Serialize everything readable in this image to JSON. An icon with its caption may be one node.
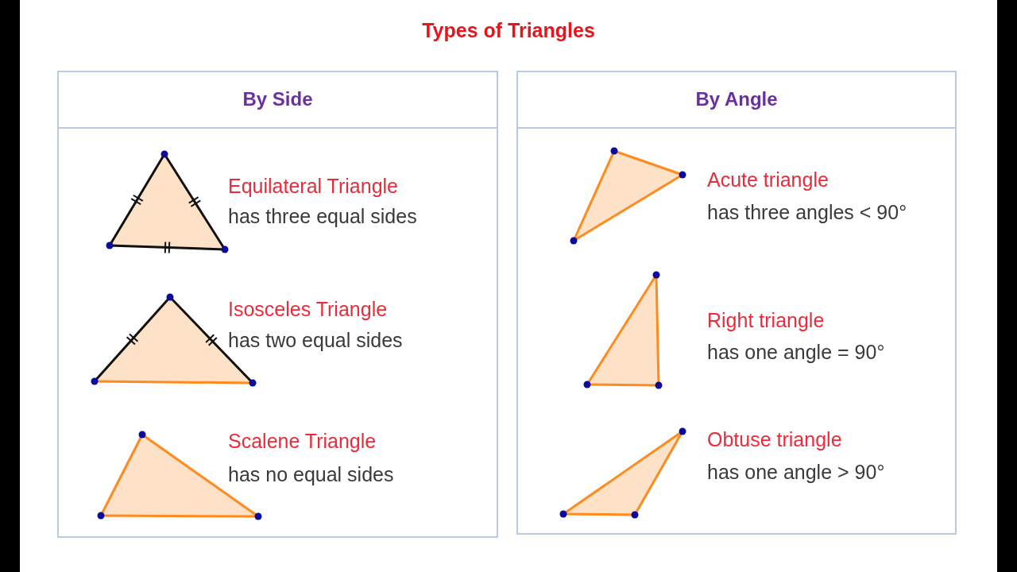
{
  "diagram": {
    "title": "Types of Triangles",
    "nodes": [
      {
        "text": [
          "By Side",
          "Equilateral Triangle",
          "has three equal sides",
          "Isosceles Triangle",
          "has two equal sides",
          "Scalene Triangle",
          "has no equal sides"
        ]
      },
      {
        "text": [
          "By Angle",
          "Acute triangle",
          "has three angles < 90°",
          "Right triangle",
          "has one angle = 90°",
          "Obtuse triangle",
          "has one angle > 90°"
        ]
      }
    ]
  }
}
